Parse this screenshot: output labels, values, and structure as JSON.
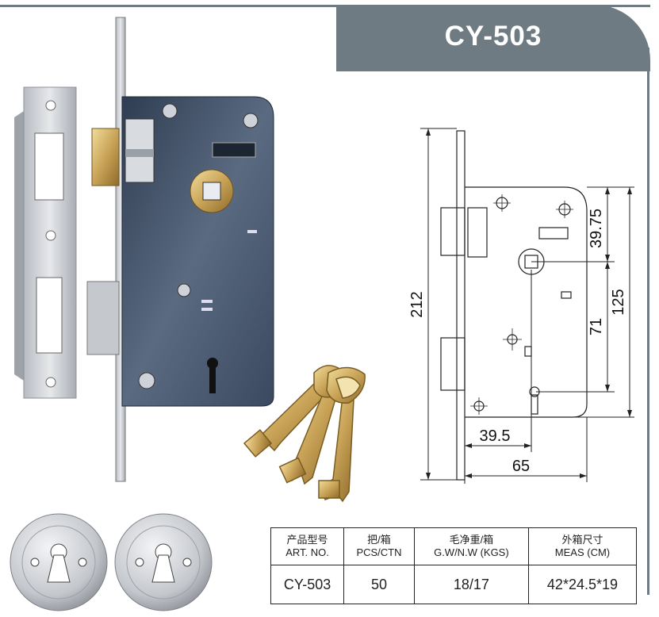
{
  "title": "CY-503",
  "dimensions": {
    "d212": "212",
    "d3975": "39.75",
    "d125": "125",
    "d71": "71",
    "d395": "39.5",
    "d65": "65"
  },
  "table": {
    "headers": [
      {
        "cn": "产品型号",
        "en": "ART. NO."
      },
      {
        "cn": "把/箱",
        "en": "PCS/CTN"
      },
      {
        "cn": "毛净重/箱",
        "en": "G.W/N.W (KGS)"
      },
      {
        "cn": "外箱尺寸",
        "en": "MEAS (CM)"
      }
    ],
    "row": [
      "CY-503",
      "50",
      "18/17",
      "42*24.5*19"
    ]
  },
  "colors": {
    "banner": "#6f7b82",
    "lock_body": "#4a5a6e",
    "brass": "#c9a458",
    "steel": "#c9ccd1"
  }
}
